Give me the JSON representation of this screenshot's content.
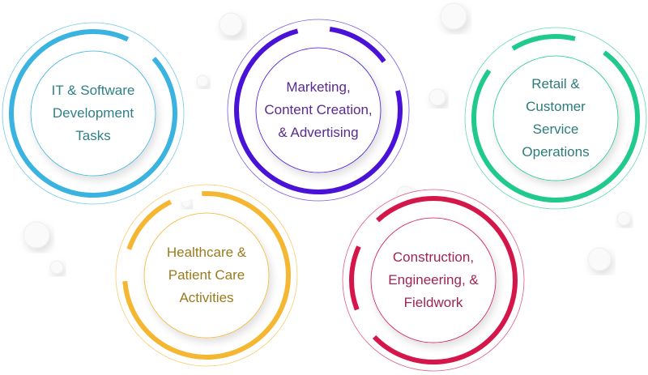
{
  "circles": [
    {
      "id": "it",
      "lines": [
        "IT & Software",
        "Development",
        "Tasks"
      ],
      "ring_color": "#3ab3e1",
      "text_color": "#2f7f88"
    },
    {
      "id": "marketing",
      "lines": [
        "Marketing,",
        "Content Creation,",
        "& Advertising"
      ],
      "ring_color": "#4a12d8",
      "text_color": "#5a2a8c"
    },
    {
      "id": "retail",
      "lines": [
        "Retail &",
        "Customer",
        "Service",
        "Operations"
      ],
      "ring_color": "#1fca8c",
      "text_color": "#2c7b7b"
    },
    {
      "id": "healthcare",
      "lines": [
        "Healthcare &",
        "Patient Care",
        "Activities"
      ],
      "ring_color": "#f5b732",
      "text_color": "#9a7b1c"
    },
    {
      "id": "construction",
      "lines": [
        "Construction,",
        "Engineering, &",
        "Fieldwork"
      ],
      "ring_color": "#d5164b",
      "text_color": "#9c2454"
    }
  ]
}
